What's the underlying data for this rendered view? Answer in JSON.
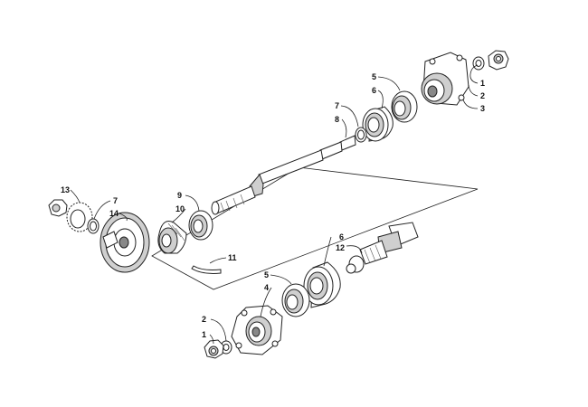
{
  "callouts": [
    {
      "id": "c1a",
      "text": "1"
    },
    {
      "id": "c2a",
      "text": "2"
    },
    {
      "id": "c3",
      "text": "3"
    },
    {
      "id": "c5a",
      "text": "5"
    },
    {
      "id": "c6a",
      "text": "6"
    },
    {
      "id": "c7a",
      "text": "7"
    },
    {
      "id": "c8",
      "text": "8"
    },
    {
      "id": "c9",
      "text": "9"
    },
    {
      "id": "c10",
      "text": "10"
    },
    {
      "id": "c13",
      "text": "13"
    },
    {
      "id": "c7b",
      "text": "7"
    },
    {
      "id": "c14",
      "text": "14"
    },
    {
      "id": "c11",
      "text": "11"
    },
    {
      "id": "c6b",
      "text": "6"
    },
    {
      "id": "c12",
      "text": "12"
    },
    {
      "id": "c5b",
      "text": "5"
    },
    {
      "id": "c4",
      "text": "4"
    },
    {
      "id": "c2b",
      "text": "2"
    },
    {
      "id": "c1b",
      "text": "1"
    }
  ]
}
